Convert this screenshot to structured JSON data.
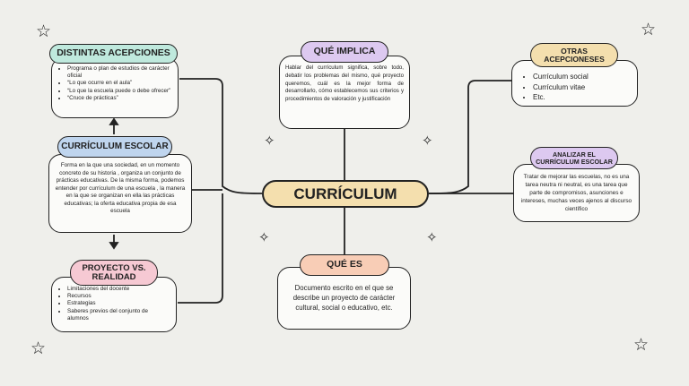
{
  "center": {
    "title": "CURRÍCULUM"
  },
  "colors": {
    "center": "#f4dfae",
    "green": "#bfe9dd",
    "purple": "#ddc9f0",
    "blue": "#bfd5ee",
    "pink": "#f6c9d3",
    "orange": "#f8cdb6"
  },
  "distintas": {
    "title": "DISTINTAS ACEPCIONES",
    "items": [
      "Programa o plan de estudios de carácter oficial",
      "“Lo que ocurre en el aula”",
      "“Lo que la escuela puede o debe ofrecer”",
      "“Cruce de prácticas”"
    ]
  },
  "escolar": {
    "title": "CURRÍCULUM ESCOLAR",
    "text": "Forma en la que una sociedad, en un momento concreto de su historia , organiza un conjunto de prácticas educativas. De la misma forma, podemos entender por currículum de una escuela , la manera en la que se organizan en ella las prácticas educativas; la oferta educativa propia de esa escuela"
  },
  "proyecto": {
    "title": "PROYECTO VS. REALIDAD",
    "items": [
      "Limitaciones del docente",
      "Recursos",
      "Estrategias",
      "Saberes previos del conjunto de alumnos"
    ]
  },
  "implica": {
    "title": "QUÉ IMPLICA",
    "text": "Hablar del currículum significa, sobre todo, debatir los problemas del mismo, qué proyecto queremos, cuál es la mejor forma de desarrollarlo, cómo establecemos sus criterios y procedimientos de valoración y justificación"
  },
  "quees": {
    "title": "QUÉ ES",
    "text": "Documento escrito en el que se describe un proyecto de carácter cultural, social o educativo, etc."
  },
  "otras": {
    "title": "OTRAS ACEPCIONESES",
    "items": [
      "Currículum social",
      "Currículum vitae",
      "Etc."
    ]
  },
  "analizar": {
    "title": "ANALIZAR EL CURRÍCULUM ESCOLAR",
    "text": "Tratar de mejorar las escuelas, no es una tarea neutra ni neutral, es una tarea que parte de compromisos, asunciones e intereses, muchas veces ajenos al discurso científico"
  },
  "icons": [
    "star-outline-icon",
    "sparkle-icon"
  ]
}
